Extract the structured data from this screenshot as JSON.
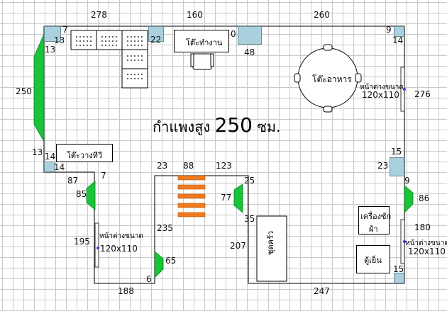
{
  "plan_title": {
    "text": "กำแพงสูง",
    "height": "250",
    "unit": "ซม."
  },
  "dimensions": {
    "top_left": "278",
    "top_mid": "160",
    "top_right": "260",
    "top_left_7": "7",
    "top_left_13": "13",
    "top_left_13b": "13",
    "top_22": "22",
    "top_0": "0",
    "top_48": "48",
    "top_right_9": "9",
    "top_right_14": "14",
    "left_250": "250",
    "left_13": "13",
    "left_14a": "14",
    "left_14b": "14",
    "left_87": "87",
    "left_7": "7",
    "left_85": "85",
    "left_195": "195",
    "bottom_188": "188",
    "bottom_6": "6",
    "inner_65": "65",
    "inner_235": "235",
    "inner_23": "23",
    "inner_88": "88",
    "inner_123": "123",
    "inner_25": "25",
    "inner_77": "77",
    "inner_35": "35",
    "inner_207": "207",
    "bottom_247": "247",
    "right_276": "276",
    "right_15a": "15",
    "right_23": "23",
    "right_9": "9",
    "right_86": "86",
    "right_180": "180",
    "right_15b": "15"
  },
  "furniture": {
    "work_desk": "โต๊ะทำงาน",
    "dining_table": "โต๊ะอาหาร",
    "tv_table": "โต๊ะวางทีวี",
    "washing_machine_line1": "เครื่องซัก",
    "washing_machine_line2": "ผ้า",
    "fridge": "ตู้เย็น",
    "wardrobe": "ชุดครัว"
  },
  "windows": {
    "window_right_top_label": "หน้าต่างขนาด",
    "window_right_top_size": "120x110",
    "window_right_bottom_label": "หน้าต่างขนาด",
    "window_right_bottom_size": "120x110",
    "window_left_label": "หน้าต่างขนาด",
    "window_left_size": "120x110"
  },
  "colors": {
    "wall": "#333333",
    "door": "#19c33a",
    "stairs": "#f07a1e",
    "pillar": "#a9d0dc"
  }
}
